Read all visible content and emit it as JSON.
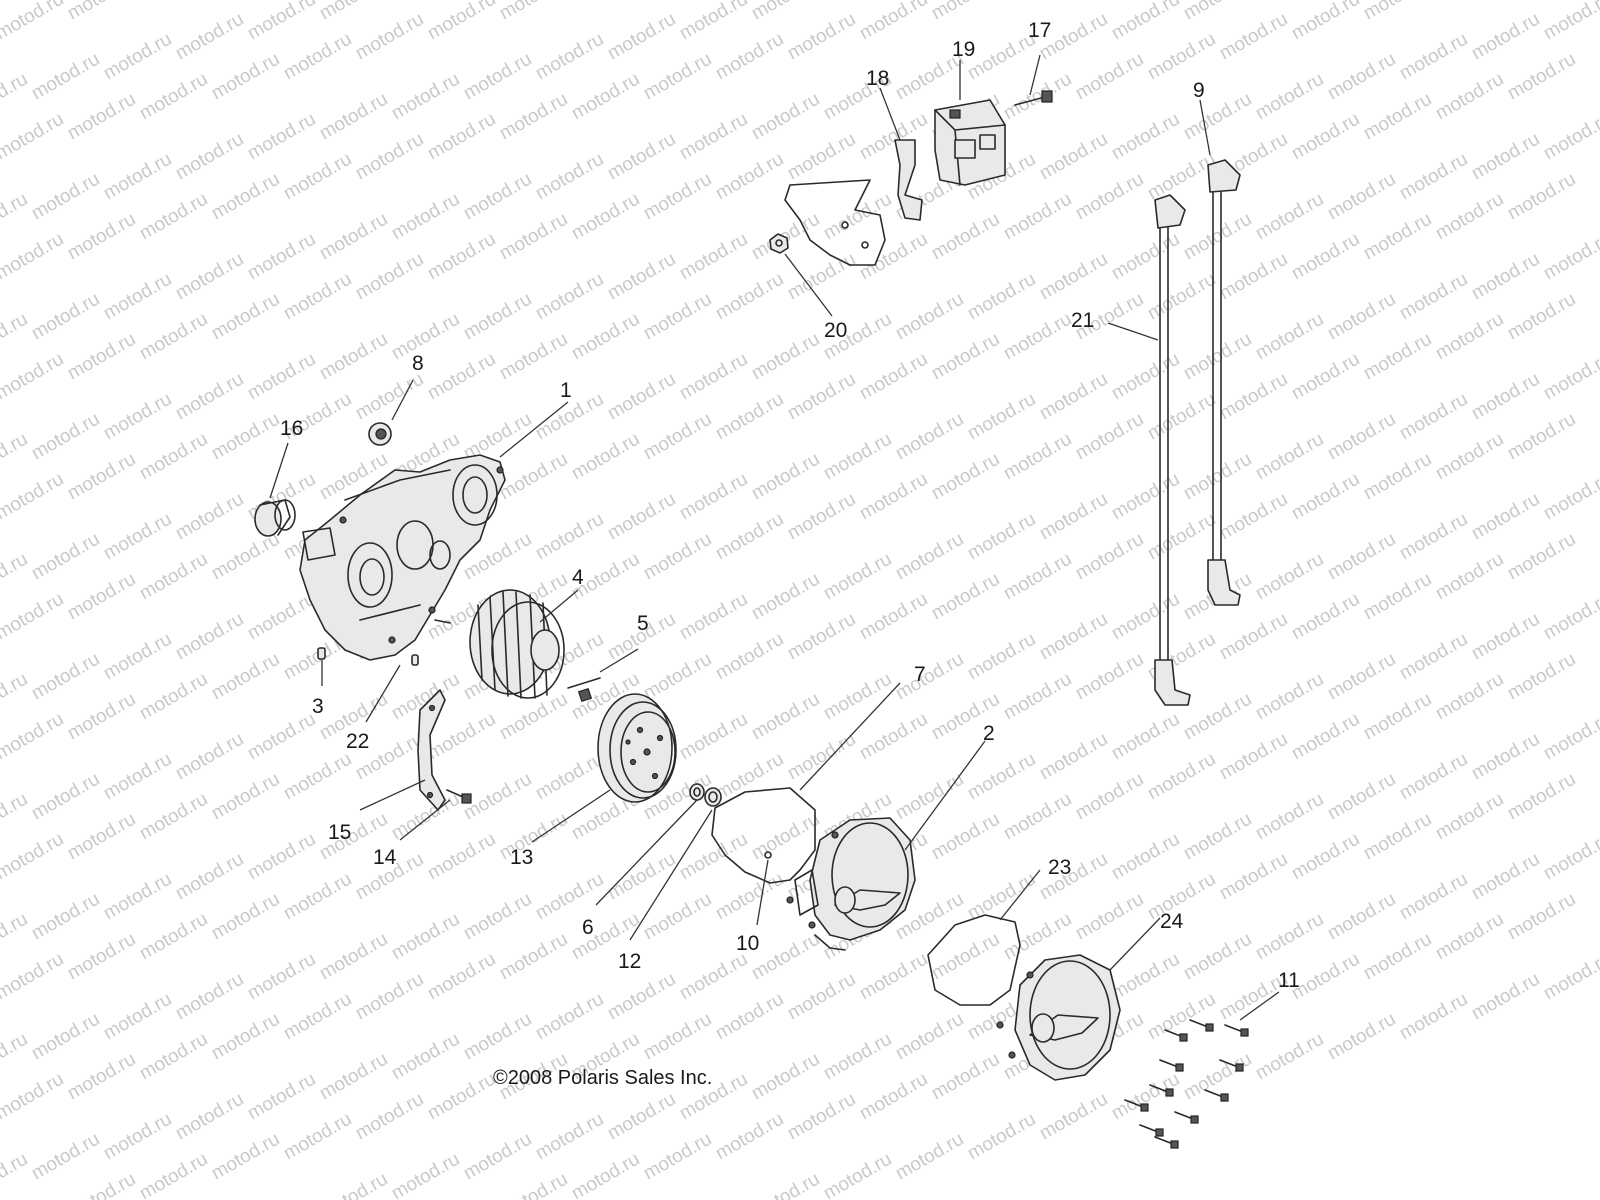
{
  "watermark": "motod.ru",
  "copyright": "©2008 Polaris Sales Inc.",
  "callouts": {
    "c1": "1",
    "c2": "2",
    "c3": "3",
    "c4": "4",
    "c5": "5",
    "c6": "6",
    "c7": "7",
    "c8": "8",
    "c9": "9",
    "c10": "10",
    "c11": "11",
    "c12": "12",
    "c13": "13",
    "c14": "14",
    "c15": "15",
    "c16": "16",
    "c17": "17",
    "c18": "18",
    "c19": "19",
    "c20": "20",
    "c21": "21",
    "c22": "22",
    "c23": "23",
    "c24": "24"
  }
}
